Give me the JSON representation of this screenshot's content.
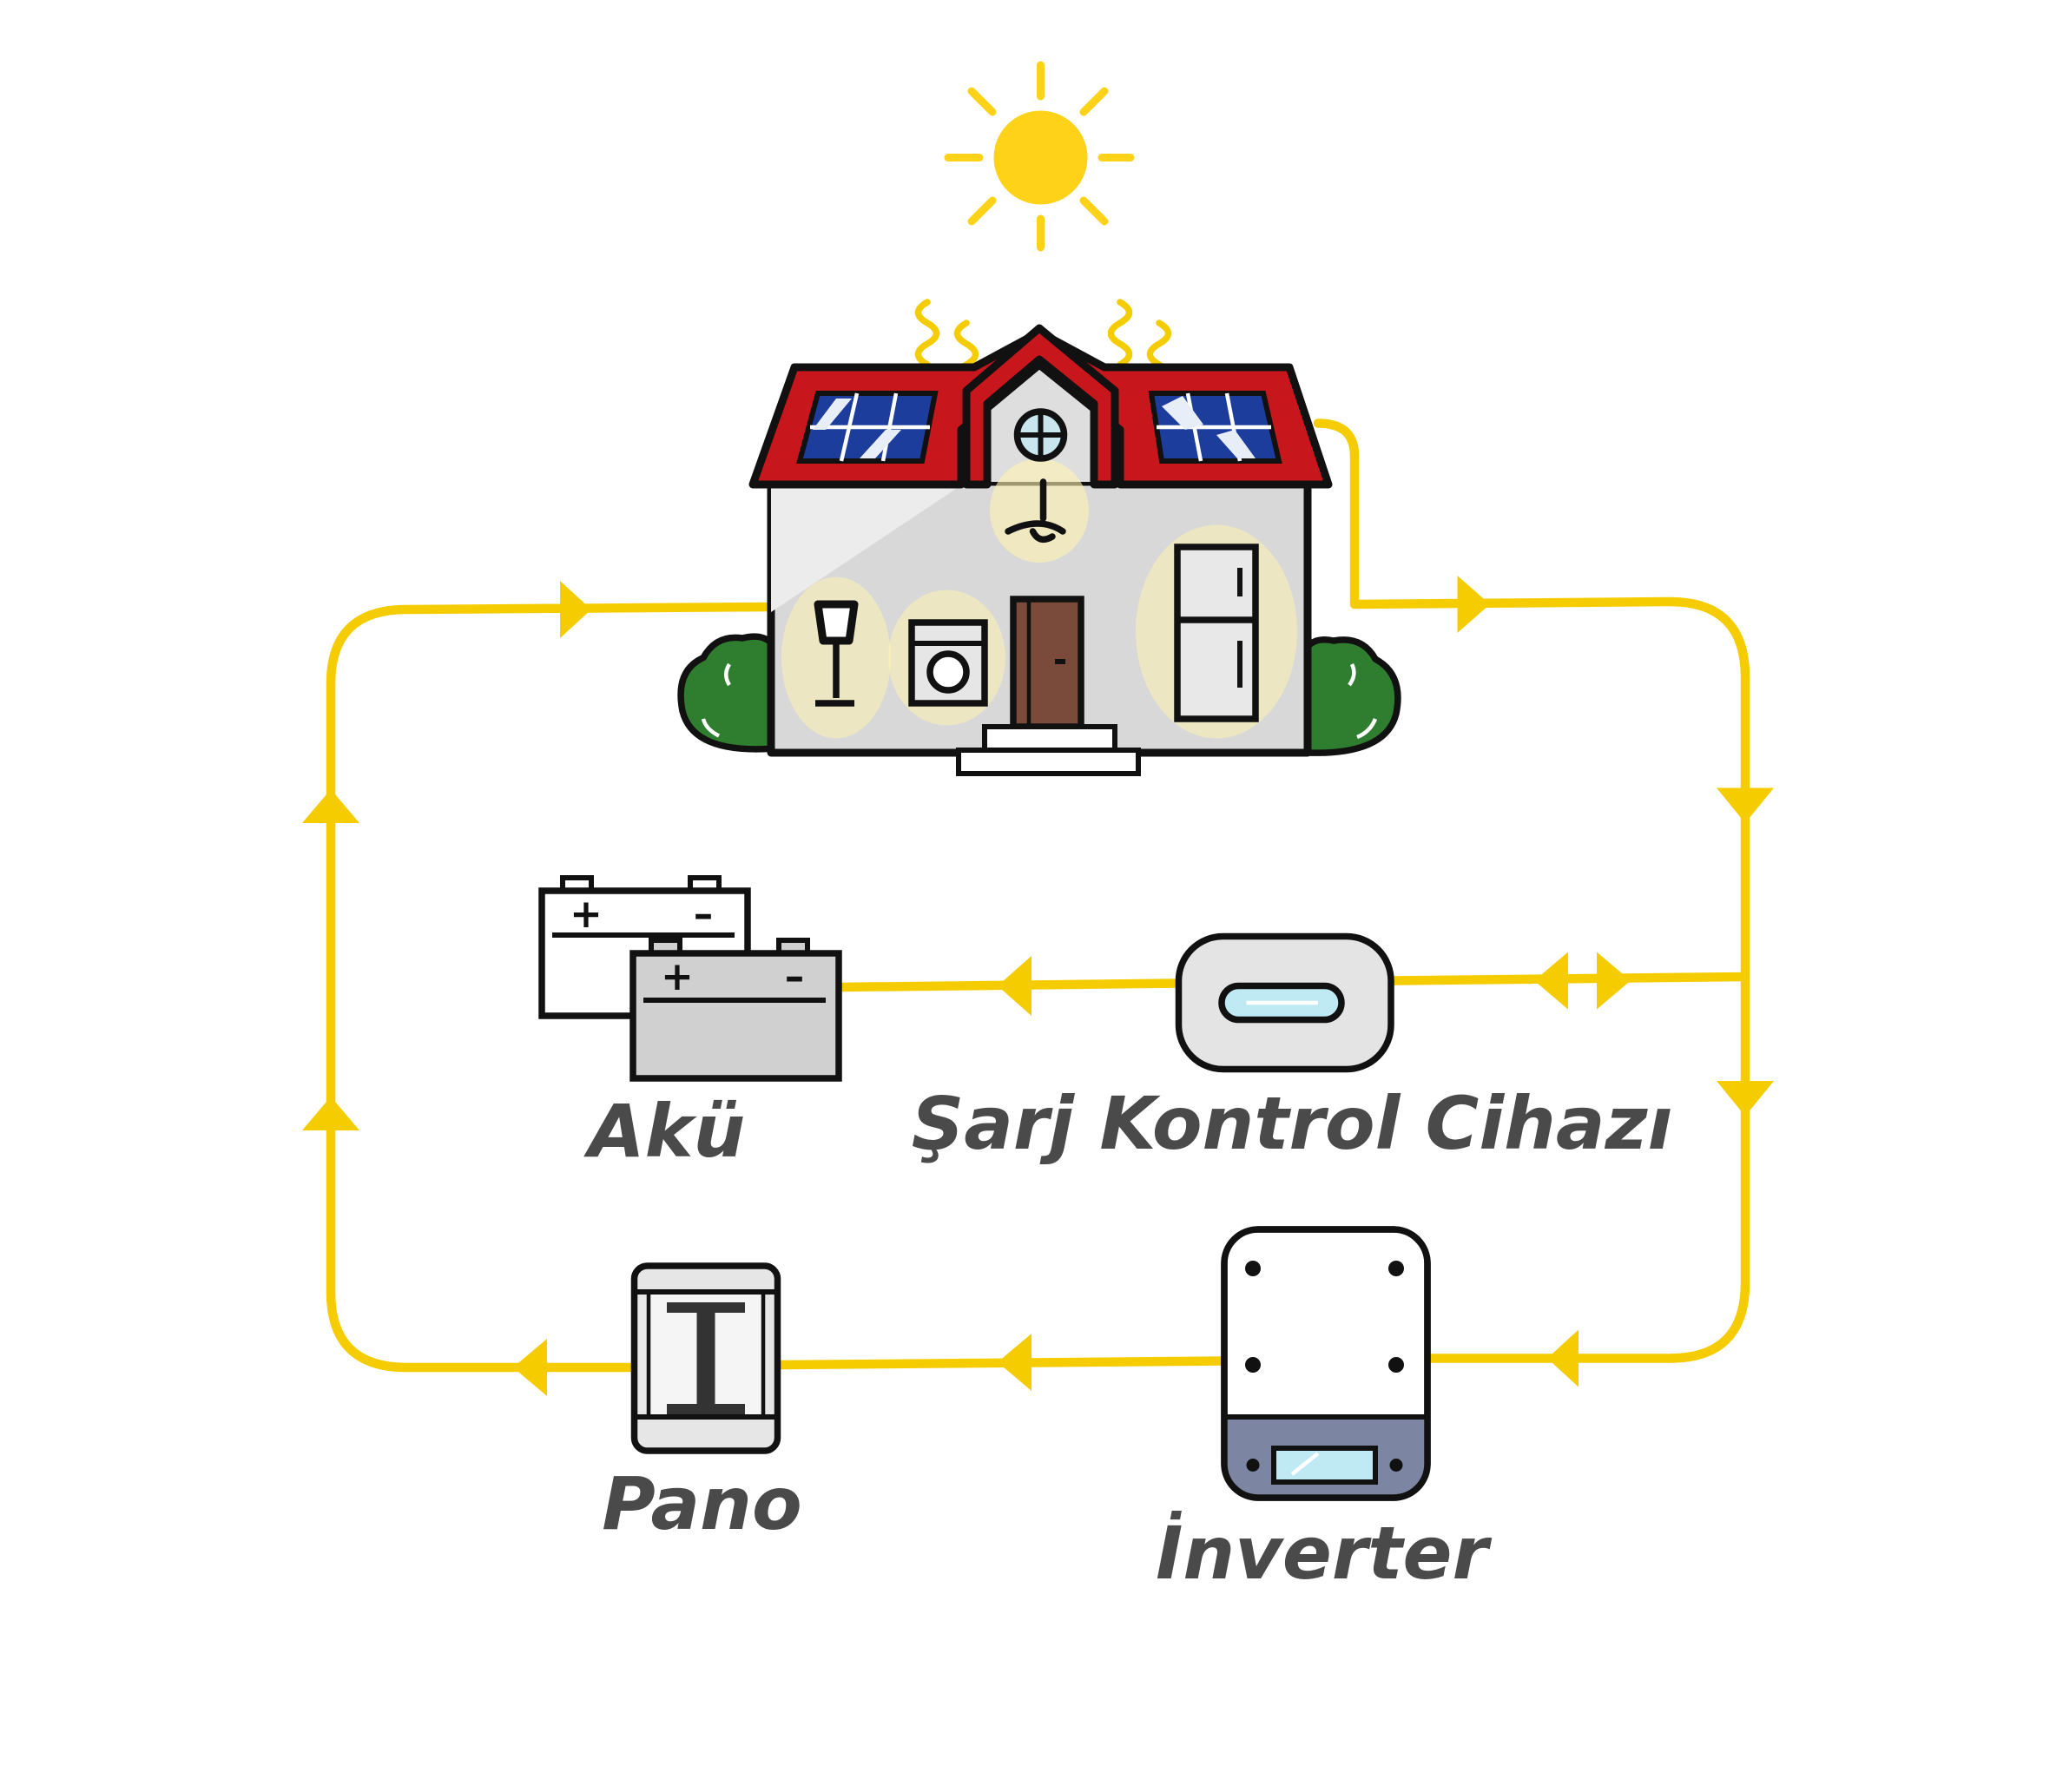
{
  "labels": {
    "battery": "Akü",
    "charge_controller": "Şarj Kontrol Cihazı",
    "panel_board": "Pano",
    "inverter": "İnverter"
  },
  "colors": {
    "wire": "#f5cc00",
    "sun": "#ffd21a",
    "roof": "#c8161d",
    "solar_panel": "#1c3d9c",
    "wall": "#dcdcdc",
    "label_text": "#4a4a4a"
  },
  "icons": [
    "sun-icon",
    "house-icon",
    "solar-panel-icon",
    "battery-icon",
    "charge-controller-icon",
    "panel-board-icon",
    "inverter-icon",
    "bush-icon"
  ]
}
